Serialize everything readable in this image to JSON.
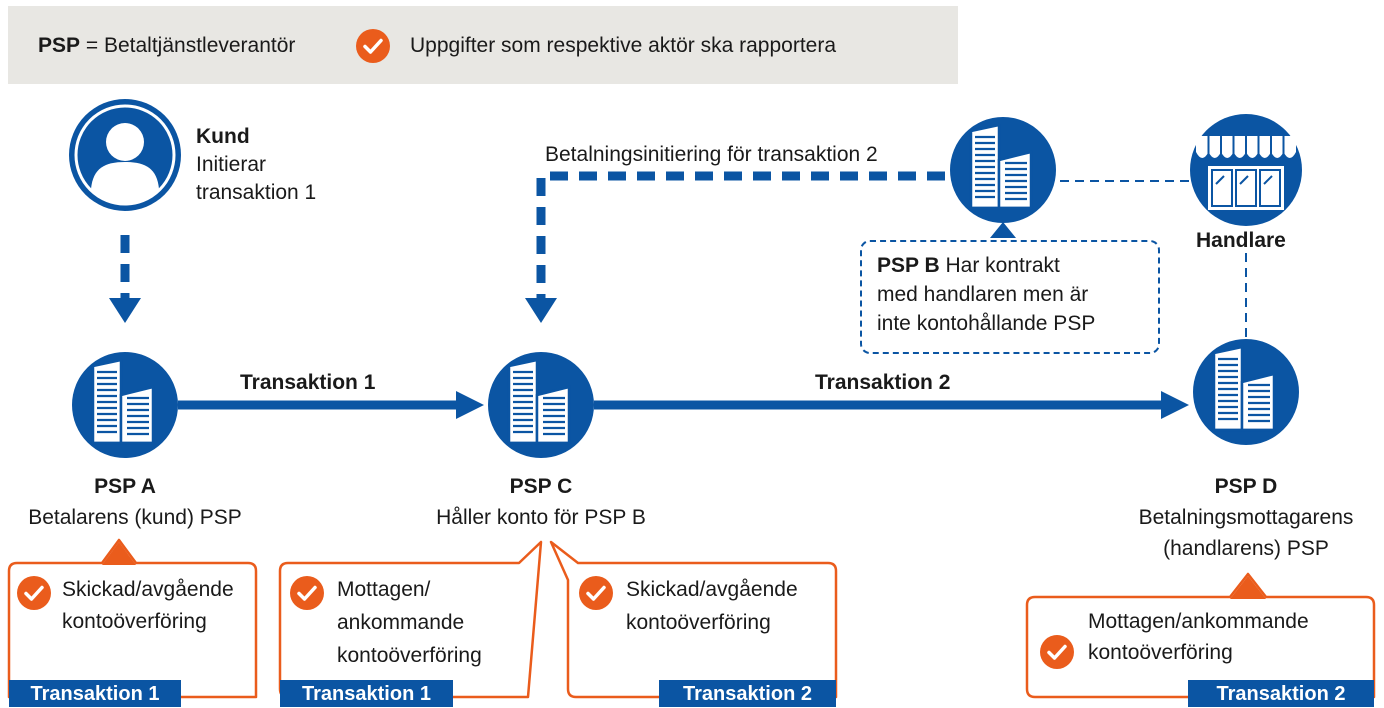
{
  "legend": {
    "psp_abbr": "PSP",
    "psp_def": " = Betaltjänstleverantör",
    "check_desc": "Uppgifter som respektive aktör ska rapportera",
    "check_icon": "check-circle-icon"
  },
  "colors": {
    "blue": "#0b55a3",
    "orange": "#ea5c1c",
    "legend_bg": "#e8e7e3"
  },
  "customer": {
    "title": "Kund",
    "line1": "Initierar",
    "line2": "transaktion 1",
    "icon": "person-icon"
  },
  "edges": {
    "t1": "Transaktion 1",
    "t2": "Transaktion 2",
    "initiation": "Betalningsinitiering för transaktion 2"
  },
  "psp_a": {
    "name": "PSP A",
    "desc": "Betalarens (kund) PSP",
    "icon": "bank-building-icon"
  },
  "psp_c": {
    "name": "PSP C",
    "desc": "Håller konto för PSP B",
    "icon": "bank-building-icon"
  },
  "psp_d": {
    "name": "PSP D",
    "desc1": "Betalningsmottagarens",
    "desc2": "(handlarens) PSP",
    "icon": "bank-building-icon"
  },
  "psp_b": {
    "name": "PSP B",
    "line1": " Har kontrakt",
    "line2": "med handlaren men är",
    "line3": "inte kontohållande PSP",
    "icon": "bank-building-icon"
  },
  "merchant": {
    "label": "Handlare",
    "icon": "storefront-icon"
  },
  "cards": [
    {
      "line1": "Skickad/avgående",
      "line2": "kontoöverföring",
      "line3": "",
      "tag": "Transaktion 1"
    },
    {
      "line1": "Mottagen/",
      "line2": "ankommande",
      "line3": "kontoöverföring",
      "tag": "Transaktion 1"
    },
    {
      "line1": "Skickad/avgående",
      "line2": "kontoöverföring",
      "line3": "",
      "tag": "Transaktion 2"
    },
    {
      "line1": "Mottagen/ankommande",
      "line2": "kontoöverföring",
      "line3": "",
      "tag": "Transaktion 2"
    }
  ]
}
